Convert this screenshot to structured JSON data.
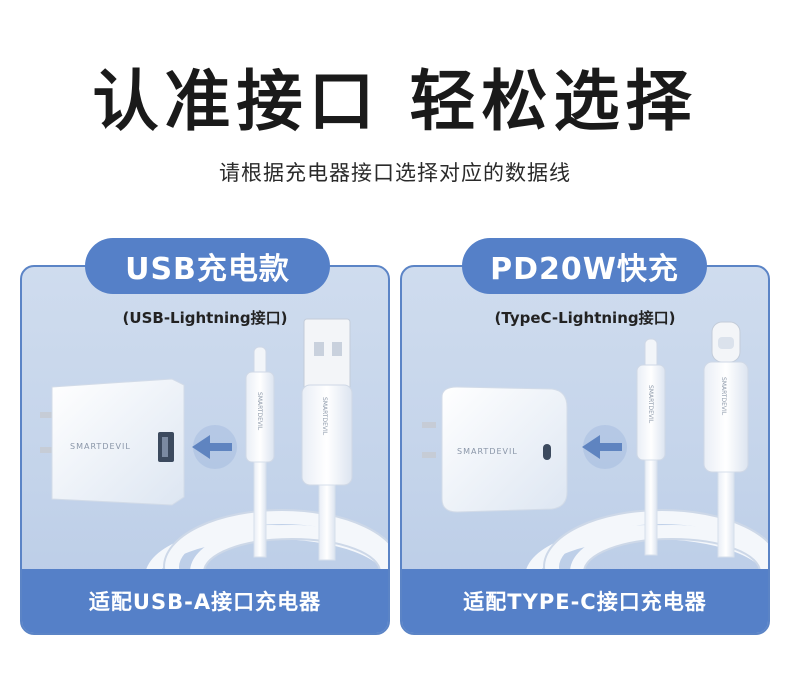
{
  "header": {
    "title": "认准接口 轻松选择",
    "subtitle": "请根据充电器接口选择对应的数据线"
  },
  "left_panel": {
    "pill_label": "USB充电款",
    "spec": "(USB-Lightning接口)",
    "charger_brand": "SMARTDEVIL",
    "cable_brand_1": "SMARTDEVIL",
    "cable_brand_2": "SMARTDEVIL",
    "bottom_label": "适配USB-A接口充电器"
  },
  "right_panel": {
    "pill_label": "PD20W快充",
    "spec": "(TypeC-Lightning接口)",
    "charger_brand": "SMARTDEVIL",
    "cable_brand_1": "SMARTDEVIL",
    "cable_brand_2": "SMARTDEVIL",
    "bottom_label": "适配TYPE-C接口充电器"
  },
  "colors": {
    "accent": "#5580c8",
    "panel_bg": "#c8d7ec",
    "panel_border": "#5b84c6"
  }
}
